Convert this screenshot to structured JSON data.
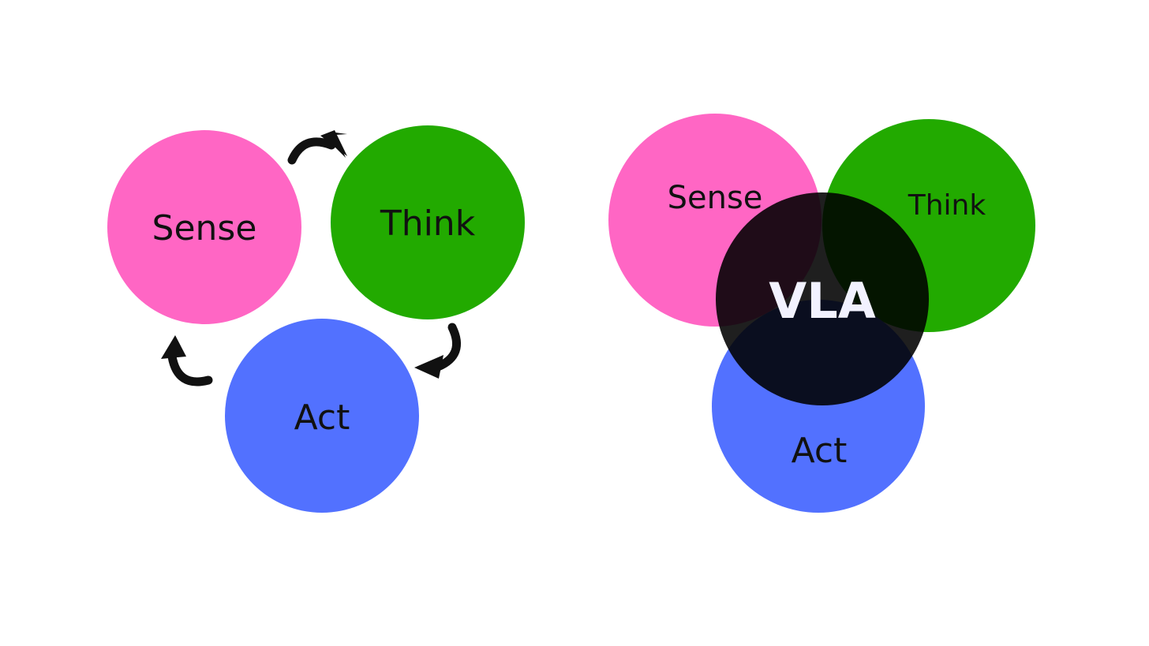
{
  "loop_diagram": {
    "sense": {
      "label": "Sense",
      "color": "#ff66c4"
    },
    "think": {
      "label": "Think",
      "color": "#22aa00"
    },
    "act": {
      "label": "Act",
      "color": "#5271ff"
    },
    "arrow_icon": "curved-arrow-icon"
  },
  "venn_diagram": {
    "sense": {
      "label": "Sense",
      "color": "#ff66c4"
    },
    "think": {
      "label": "Think",
      "color": "#22aa00"
    },
    "act": {
      "label": "Act",
      "color": "#5271ff"
    },
    "center": {
      "label": "VLA",
      "color": "#000000",
      "opacity": 0.88
    }
  }
}
